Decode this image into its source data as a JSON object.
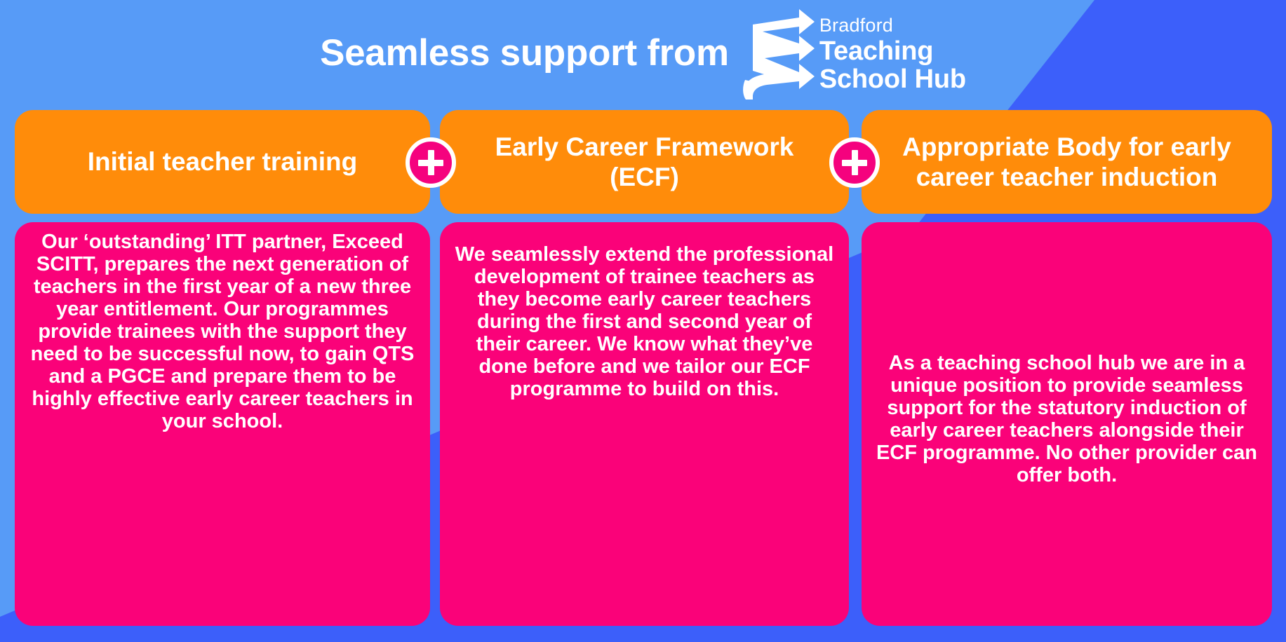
{
  "colors": {
    "background_blue": "#579bf7",
    "background_blue_dark": "#3c5ffa",
    "orange": "#ff8c0a",
    "pink": "#fa0279",
    "white": "#ffffff"
  },
  "header": {
    "headline": "Seamless support from",
    "logo": {
      "mark_name": "bradford-ribbon-logo",
      "line1": "Bradford",
      "line2": "Teaching",
      "line3": "School Hub"
    }
  },
  "connectors": [
    {
      "name": "plus-connector-1",
      "symbol": "+"
    },
    {
      "name": "plus-connector-2",
      "symbol": "+"
    }
  ],
  "columns": [
    {
      "heading": "Initial teacher training",
      "body": "Our ‘outstanding’ ITT partner, Exceed SCITT, prepares the next generation of teachers in the first year of a new three year entitlement. Our programmes provide trainees with the support they need to be successful now, to gain QTS and a PGCE and prepare them to be highly effective early career teachers in your school."
    },
    {
      "heading": "Early Career Framework (ECF)",
      "body": "We seamlessly extend the professional development of trainee teachers as they become early career teachers during the first and second year of their career. We know what they’ve done before and we tailor our ECF programme to build on this."
    },
    {
      "heading": "Appropriate Body for early career teacher induction",
      "body": "As a teaching school hub we are in a unique position to provide seamless support for the statutory induction of early career teachers alongside their ECF programme. No other provider can offer both."
    }
  ]
}
